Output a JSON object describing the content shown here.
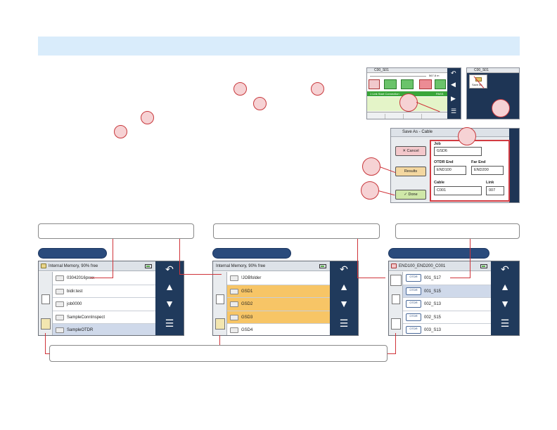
{
  "top_screen_small": {
    "title": "C00_S01",
    "distance": "567.8 m",
    "status": "1 Link Start Connection",
    "pass": "PASS"
  },
  "save_as_mini": {
    "title": "C00_S01",
    "save_as_label": "Save As"
  },
  "save_as_dialog": {
    "title": "Save As - Cable",
    "cancel_label": "Cancel",
    "results_label": "Results",
    "done_label": "Done",
    "job_label": "Job",
    "job_value": "GSD6",
    "otdr_end_label": "OTDR End",
    "otdr_end_value": "END100",
    "far_end_label": "Far End",
    "far_end_value": "END200",
    "cable_label": "Cable",
    "cable_value": "C001",
    "link_label": "Link",
    "link_value": "007"
  },
  "screens": [
    {
      "title": "Internal Memory, 90% free",
      "items": [
        "03042016pxxx",
        "bidir.test",
        "job0000",
        "SampleConnInspect",
        "SampleOTDR"
      ]
    },
    {
      "title": "Internal Memory, 90% free",
      "items": [
        "!JOBfolder",
        "GSD1",
        "GSD2",
        "GSD3",
        "GSD4"
      ]
    },
    {
      "title": "END100_END200_C001",
      "items": [
        "001_S17",
        "001_S15",
        "002_S13",
        "002_S15",
        "003_S13"
      ],
      "file_tag": "OTDR"
    }
  ],
  "colors": {
    "accent": "#203a5c",
    "highlight": "#f7c566",
    "callout": "#c8383c",
    "band": "#d9ecfb"
  }
}
